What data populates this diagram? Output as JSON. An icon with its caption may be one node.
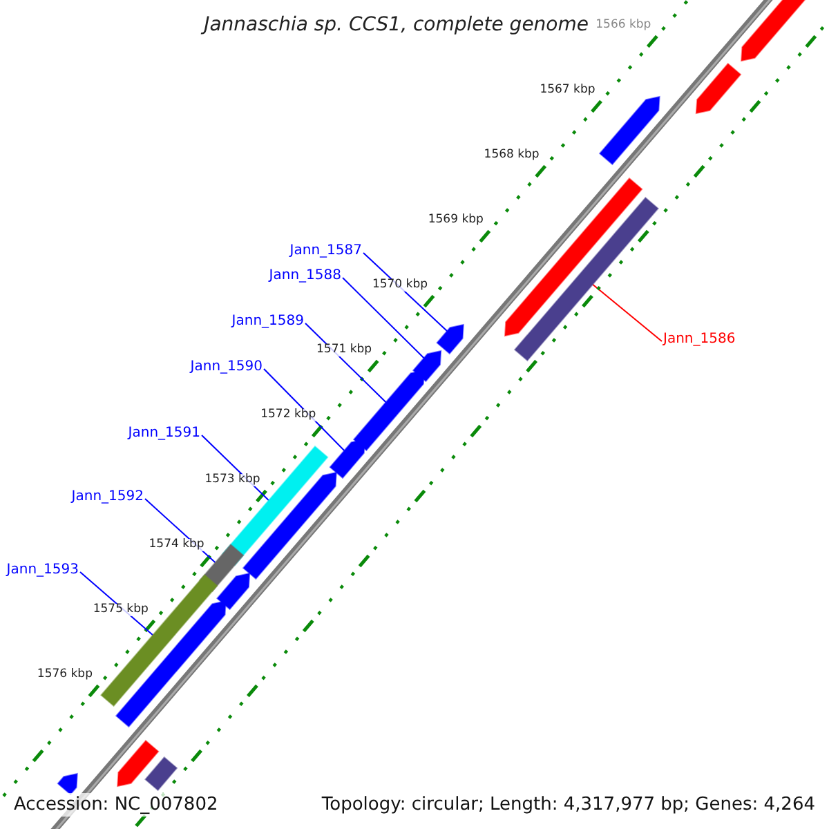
{
  "diagram": {
    "title": "Jannaschia sp. CCS1, complete genome",
    "nodes": [
      {
        "text": [
          "Jann_1587"
        ]
      },
      {
        "text": [
          "Jann_1588"
        ]
      },
      {
        "text": [
          "Jann_1589"
        ]
      },
      {
        "text": [
          "Jann_1590"
        ]
      },
      {
        "text": [
          "Jann_1591"
        ]
      },
      {
        "text": [
          "Jann_1592"
        ]
      },
      {
        "text": [
          "Jann_1593"
        ]
      },
      {
        "text": [
          "Jann_1586"
        ]
      },
      {
        "text": [],
        "shape": "bar"
      },
      {
        "text": [],
        "shape": "bar"
      },
      {
        "text": [],
        "shape": "bar"
      },
      {
        "text": [],
        "shape": "bar"
      },
      {
        "text": [],
        "shape": "bar"
      },
      {
        "text": [],
        "shape": "bar"
      },
      {
        "text": [],
        "shape": "bar"
      },
      {
        "text": [],
        "shape": "bar"
      },
      {
        "text": [],
        "shape": "bar"
      },
      {
        "text": [],
        "shape": "bar"
      },
      {
        "text": [],
        "shape": "bar"
      },
      {
        "text": [],
        "shape": "bar"
      },
      {
        "text": [],
        "shape": "bar"
      },
      {
        "text": [],
        "shape": "bar"
      },
      {
        "text": [],
        "shape": "bar"
      },
      {
        "text": [],
        "shape": "bar"
      },
      {
        "text": [],
        "shape": "bar"
      },
      {
        "text": [],
        "shape": "bar"
      }
    ],
    "edges": [
      {
        "from": 0,
        "to": 13,
        "arrow": "none"
      },
      {
        "from": 1,
        "to": 14,
        "arrow": "none"
      },
      {
        "from": 2,
        "to": 15,
        "arrow": "none"
      },
      {
        "from": 3,
        "to": 16,
        "arrow": "none"
      },
      {
        "from": 4,
        "to": 17,
        "arrow": "none"
      },
      {
        "from": 5,
        "to": 19,
        "arrow": "none"
      },
      {
        "from": 6,
        "to": 21,
        "arrow": "none"
      },
      {
        "from": 7,
        "to": 12,
        "arrow": "none",
        "color": "#ff0000"
      }
    ],
    "labels": [
      "1566 kbp",
      "1567 kbp",
      "1568 kbp",
      "1569 kbp",
      "1570 kbp",
      "1571 kbp",
      "1572 kbp",
      "1573 kbp",
      "1574 kbp",
      "1575 kbp",
      "1576 kbp",
      "Accession: NC_007802",
      "Topology: circular; Length: 4,317,977 bp; Genes: 4,264"
    ]
  }
}
